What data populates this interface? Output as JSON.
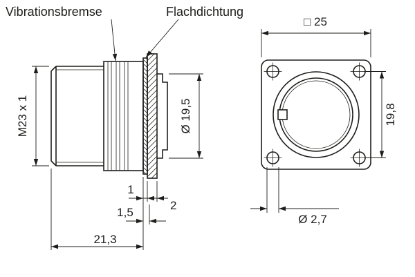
{
  "drawing_labels": {
    "vibration_brake": "Vibrationsbremse",
    "flat_gasket": "Flachdichtung"
  },
  "side_view_dimensions": {
    "thread_spec": "M23 x 1",
    "body_diameter": "Ø 19,5",
    "gasket_thickness": "1",
    "flange_thickness": "2",
    "gasket_offset": "1,5",
    "total_length": "21,3"
  },
  "front_view_dimensions": {
    "flange_square": "□ 25",
    "hole_pitch": "19,8",
    "hole_diameter": "Ø 2,7"
  },
  "colors": {
    "line": "#1d1d1b",
    "background": "#ffffff"
  }
}
